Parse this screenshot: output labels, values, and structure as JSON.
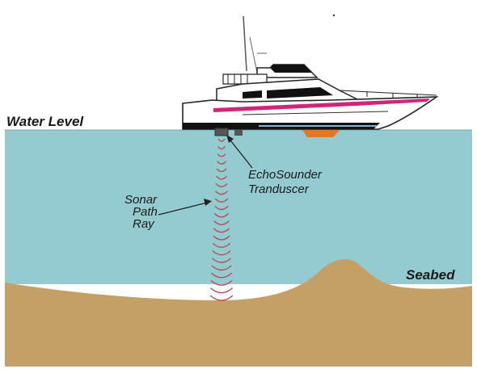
{
  "labels": {
    "water_level": "Water Level",
    "seabed": "Seabed",
    "sonar_path_ray": [
      "Sonar",
      "Path",
      "Ray"
    ],
    "transducer": [
      "EchoSounder",
      "Tranduscer"
    ]
  },
  "colors": {
    "water": "#94cbd1",
    "seabed": "#c4a067",
    "sonar_arcs": "#b8484f",
    "boat_stripe": "#d4247a",
    "hull_dark": "#111111",
    "keel": "#e07828",
    "boat_white": "#ffffff"
  },
  "icons": {
    "boat": "motor-yacht-icon",
    "transducer": "transducer-block-icon"
  },
  "sonar": {
    "arc_count": 22
  }
}
